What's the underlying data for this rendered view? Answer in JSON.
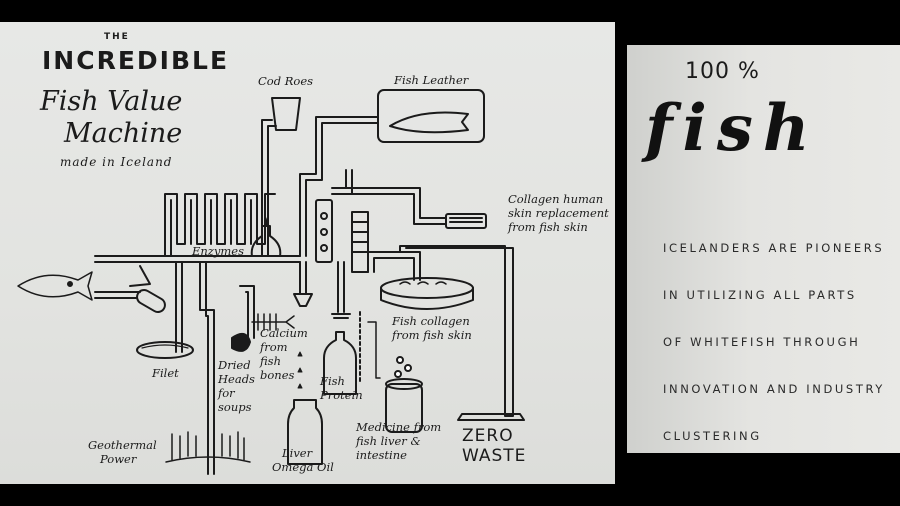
{
  "poster": {
    "title_the": "THE",
    "title_incredible": "INCREDIBLE",
    "title_fish_value": "Fish Value",
    "title_machine": "Machine",
    "made_in": "made in Iceland",
    "labels": {
      "cod_roes": "Cod Roes",
      "fish_leather": "Fish Leather",
      "collagen_skin": [
        "Collagen human",
        "skin replacement",
        "from fish skin"
      ],
      "enzymes": "Enzymes",
      "calcium": [
        "Calcium",
        "from",
        "fish",
        "bones"
      ],
      "fish_collagen": [
        "Fish collagen",
        "from fish skin"
      ],
      "filet": "Filet",
      "dried_heads": [
        "Dried",
        "Heads",
        "for",
        "soups"
      ],
      "fish_protein": [
        "Fish",
        "Protein"
      ],
      "medicine": [
        "Medicine from",
        "fish liver &",
        "intestine"
      ],
      "zero_waste": [
        "ZERO",
        "WASTE"
      ],
      "geothermal": [
        "Geothermal",
        "Power"
      ],
      "liver_oil": [
        "Liver",
        "Omega Oil"
      ]
    }
  },
  "sidebar": {
    "percent": "100 %",
    "brand": "fish",
    "lines": [
      "ICELANDERS ARE PIONEERS",
      "IN UTILIZING ALL PARTS",
      "OF WHITEFISH THROUGH",
      "INNOVATION AND INDUSTRY",
      "CLUSTERING"
    ]
  }
}
